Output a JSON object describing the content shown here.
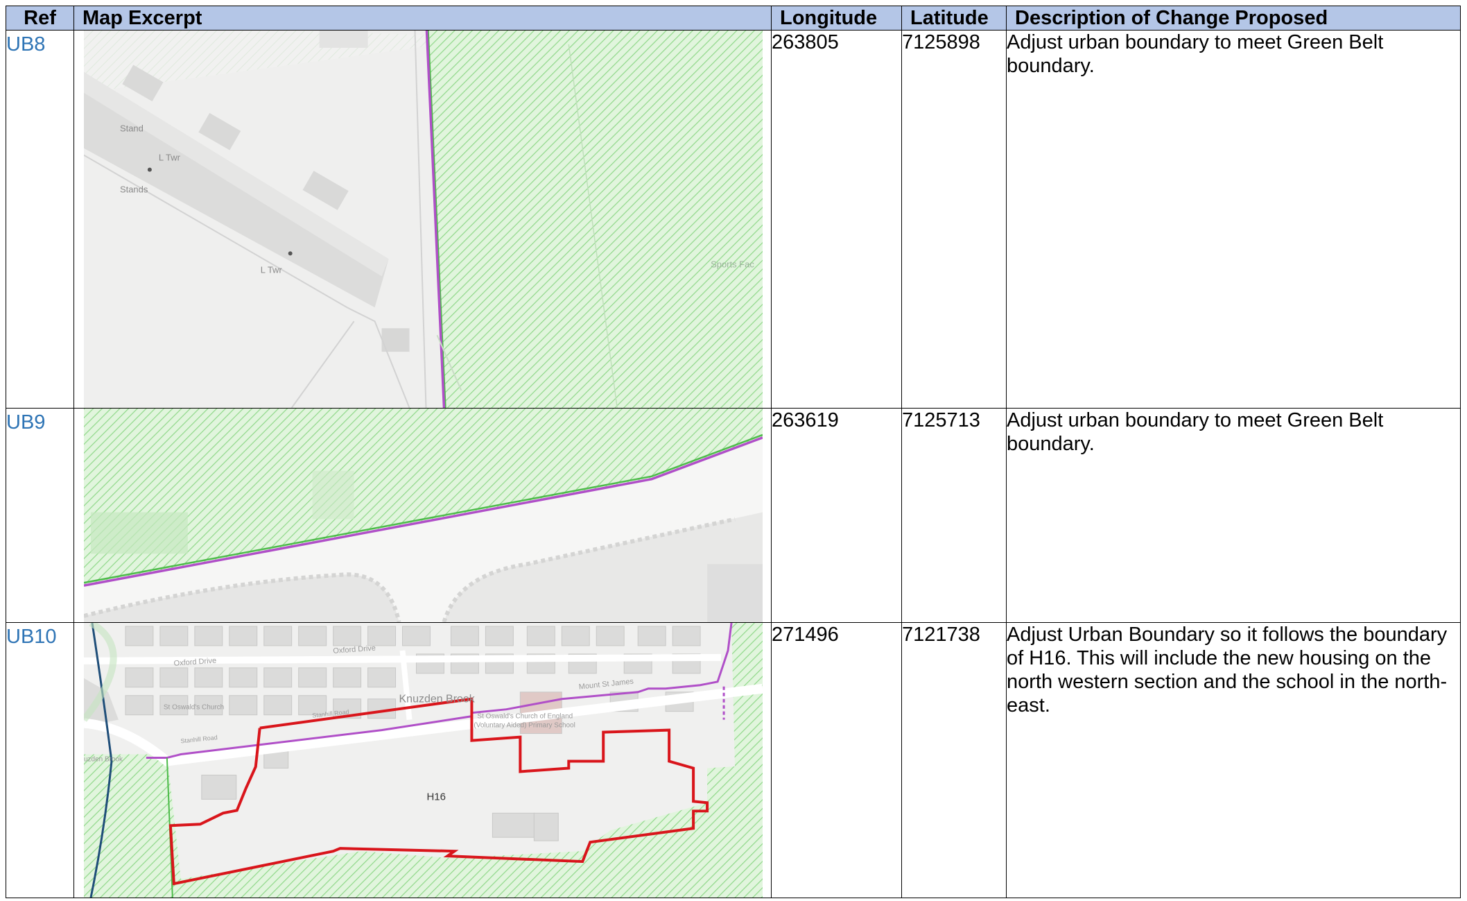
{
  "table": {
    "headers": {
      "ref": "Ref",
      "map": "Map Excerpt",
      "longitude": "Longitude",
      "latitude": "Latitude",
      "description": "Description of Change Proposed"
    },
    "rows": [
      {
        "ref": "UB8",
        "longitude": "263805",
        "latitude": "7125898",
        "description": "Adjust urban boundary to meet Green Belt boundary.",
        "map_labels": [
          "Stand",
          "L Twr",
          "Stands",
          "L Twr",
          "Sports Fac"
        ]
      },
      {
        "ref": "UB9",
        "longitude": "263619",
        "latitude": "7125713",
        "description": "Adjust urban boundary to meet Green Belt boundary.",
        "map_labels": []
      },
      {
        "ref": "UB10",
        "longitude": "271496",
        "latitude": "7121738",
        "description": "Adjust Urban Boundary so it follows the boundary of H16.  This will include the new housing on the north western section and the school in the north-east.",
        "map_labels": [
          "Oxford Drive",
          "Oxford Drive",
          "Mount St James",
          "Knuzden Brook",
          "St Oswald's Church",
          "Stanhill Road",
          "Stanhill Road",
          "St Oswald's Church of England",
          "(Voluntary Aided) Primary School",
          "uzden Brook",
          "H16"
        ]
      }
    ]
  },
  "colors": {
    "header_bg": "#b4c6e7",
    "ref_text": "#2e74b5",
    "green_belt": "#7ed87a",
    "urban_boundary": "#b04fc8",
    "site_boundary": "#d9151b"
  }
}
